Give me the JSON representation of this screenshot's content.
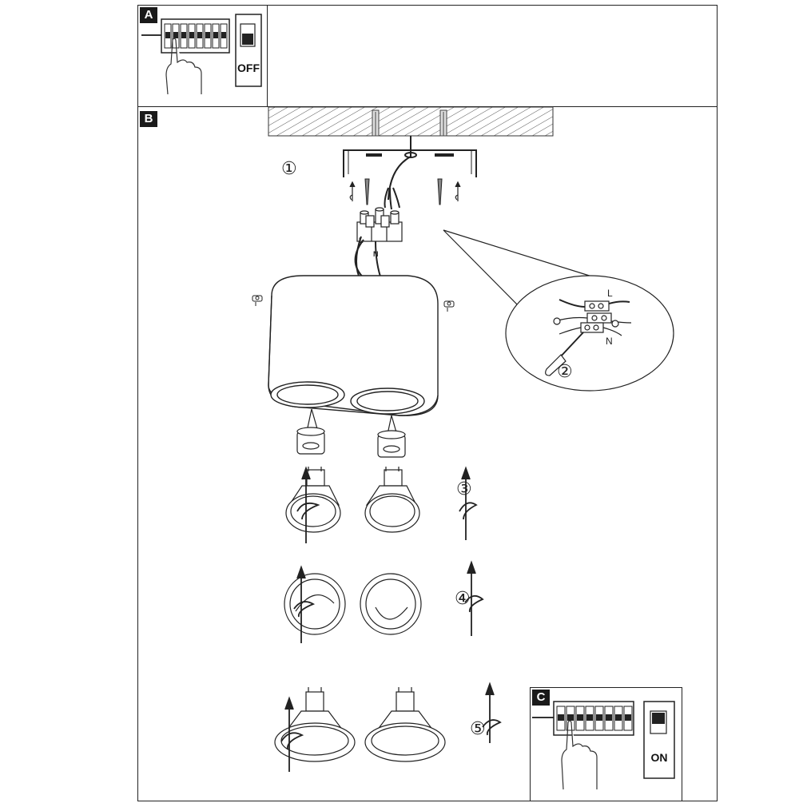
{
  "panels": {
    "a": {
      "badge": "A",
      "switch_state": "OFF"
    },
    "b": {
      "badge": "B"
    },
    "c": {
      "badge": "C",
      "switch_state": "ON"
    }
  },
  "steps": {
    "step1": "①",
    "step2": "②",
    "step3": "③",
    "step4": "④",
    "step5": "⑤"
  },
  "wiring": {
    "live": "L",
    "neutral": "N"
  },
  "icons": [
    "hand-pointer-icon",
    "breaker-panel-icon",
    "power-switch-icon",
    "ceiling-icon",
    "screw-icon",
    "terminal-block-icon",
    "screwdriver-icon",
    "lamp-housing-icon",
    "gu10-bulb-icon",
    "rotate-arrow-icon"
  ]
}
